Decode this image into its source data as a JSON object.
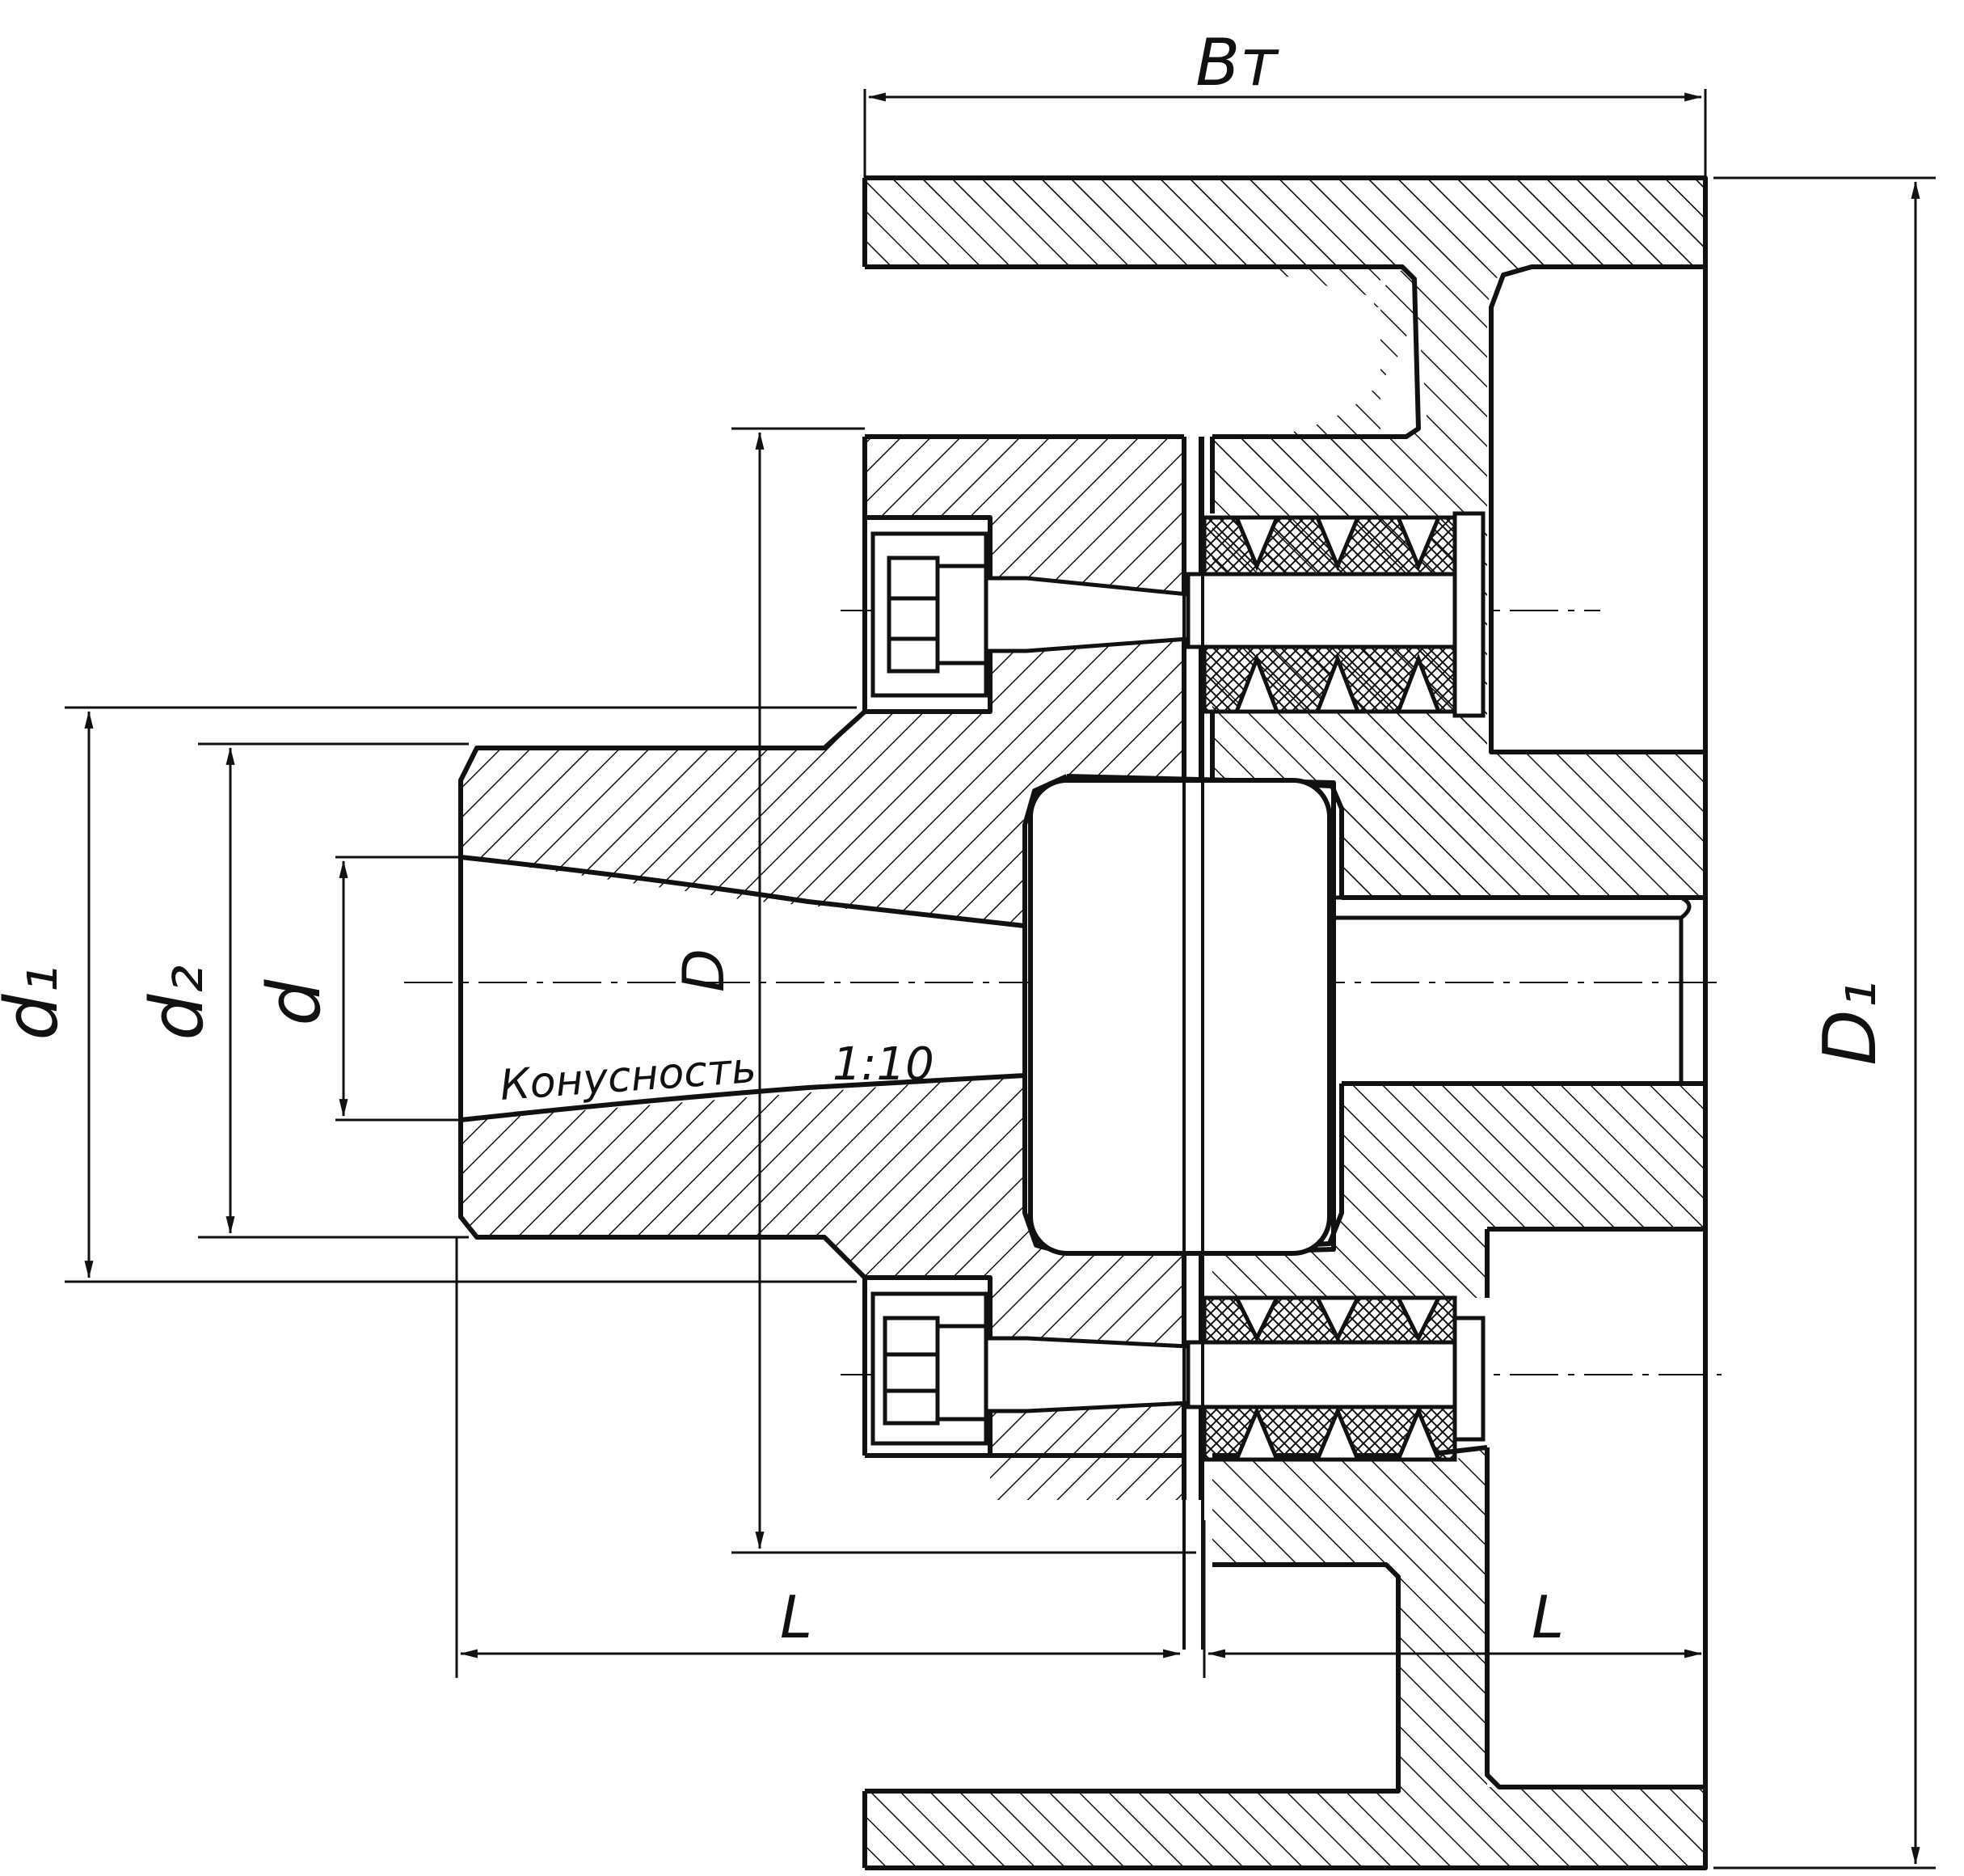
{
  "drawing": {
    "ink_color": "#111111",
    "paper_color": "#ffffff",
    "labels": {
      "bt": "Bт",
      "d1_big": "D₁",
      "d_small": "d",
      "d1": "d₁",
      "d2": "d₂",
      "d_bolt_circle": "D",
      "taper": "Конусность",
      "taper_ratio": "1:10",
      "length_left": "L",
      "length_right": "L"
    }
  }
}
